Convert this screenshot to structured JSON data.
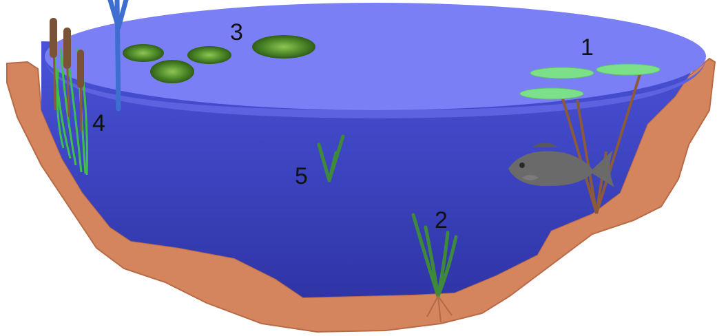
{
  "labels": [
    {
      "id": "1",
      "text": "1"
    },
    {
      "id": "2",
      "text": "2"
    },
    {
      "id": "3",
      "text": "3"
    },
    {
      "id": "4",
      "text": "4"
    },
    {
      "id": "5",
      "text": "5"
    }
  ],
  "colors": {
    "water_surface": "#7b7ff5",
    "water_body": "#3e44c8",
    "soil": "#d4855e",
    "soil_edge": "#b86a45",
    "lily_pad": "#7ce08a",
    "stem_brown": "#8a5a3a",
    "cattail": "#7a5238",
    "reed_green": "#3fbf4a",
    "blue_reed": "#3e6fd0",
    "submerged_plant": "#3f8a3a",
    "floating_moss": "#4f8a2a",
    "fish": "#6a6a6a"
  }
}
